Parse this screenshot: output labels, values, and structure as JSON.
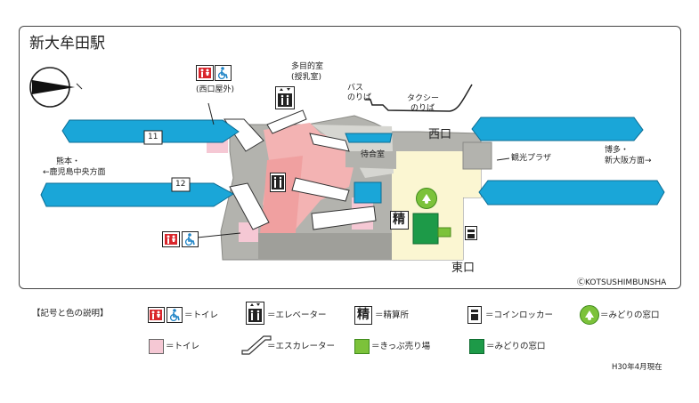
{
  "title": "新大牟田駅",
  "labels": {
    "multipurpose_room": "多目的室",
    "nursing_room": "(授乳室)",
    "west_outdoor": "(西口屋外)",
    "bus": "バス",
    "bus_stop": "のりば",
    "taxi": "タクシー",
    "taxi_stop": "のりば",
    "west_exit": "西口",
    "east_exit": "東口",
    "waiting_room": "待合室",
    "tourist_plaza": "観光プラザ",
    "to_kumamoto_1": "熊本・",
    "to_kumamoto_2": "←鹿児島中央方面",
    "to_hakata_1": "博多・",
    "to_hakata_2": "新大阪方面→",
    "track_11": "11",
    "track_12": "12",
    "fare_symbol": "精",
    "copyright": "ⒸKOTSUSHIMBUNSHA"
  },
  "legend": {
    "heading": "【記号と色の説明】",
    "toilet": "＝トイレ",
    "elevator": "＝エレベーター",
    "fare_adjust": "＝精算所",
    "coin_locker": "＝コインロッカー",
    "midori_icon": "＝みどりの窓口",
    "toilet_color": "＝トイレ",
    "escalator": "＝エスカレーター",
    "ticket_color": "＝きっぷ売り場",
    "midori_color": "＝みどりの窓口"
  },
  "colors": {
    "platform": "#1aa6d8",
    "floor": "#b3b3ae",
    "floor_light": "#d6d6d1",
    "concourse": "#f3b3b3",
    "toilet": "#f5c8d4",
    "east_plaza": "#fbf6d2",
    "ticket": "#7cc23a",
    "midori": "#1d9a48",
    "toilet_red": "#d9262c",
    "accessible_blue": "#1d83c6"
  },
  "date": "H30年4月現在"
}
